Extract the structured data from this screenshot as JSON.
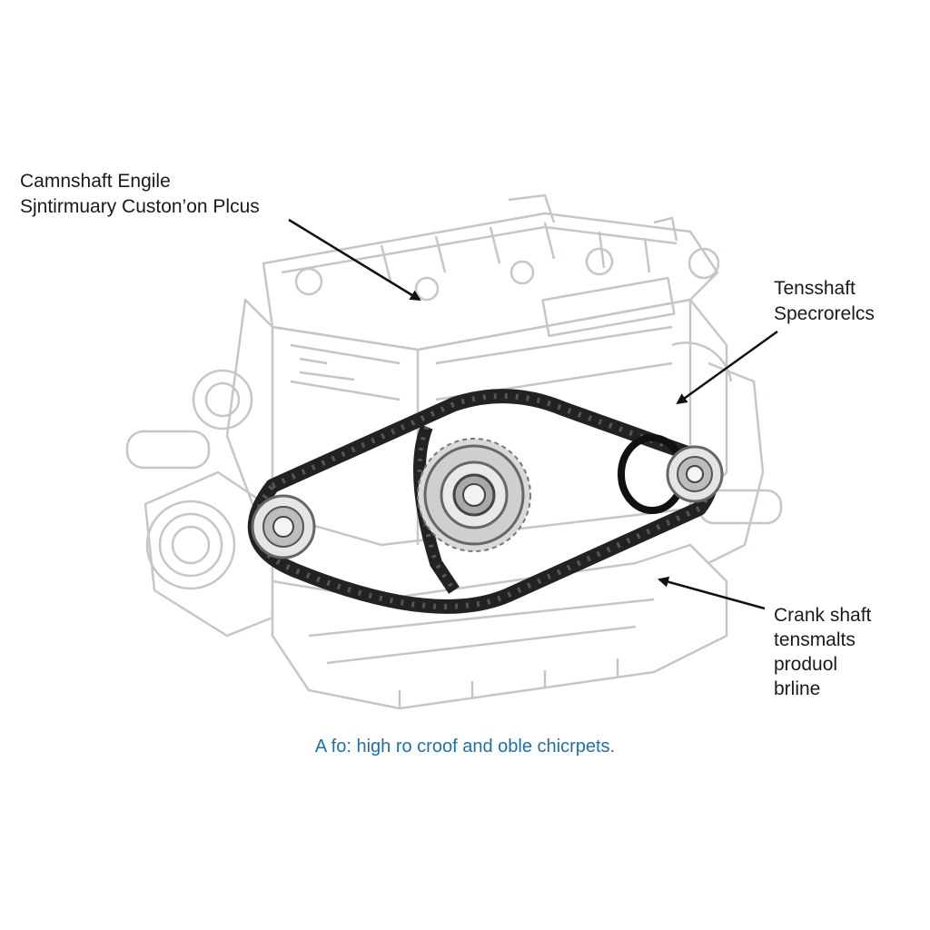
{
  "labels": {
    "camshaft": {
      "line1": "Camnshaft Engile",
      "line2": "Sjntirmuary Custon’on Plcus"
    },
    "tensioner": {
      "line1": "Tensshaft",
      "line2": "Specrorelcs"
    },
    "crankshaft": {
      "line1": "Crank shaft",
      "line2": "tensmalts",
      "line3": "produol",
      "line4": "brline"
    }
  },
  "caption": "A fo: high ro croof and oble chicrpets.",
  "colors": {
    "engine_outline": "#bfc4c8",
    "chain": "#1c1c1c",
    "gear": "#8a8a8a",
    "caption": "#1f6fa8",
    "label_text": "#1a1a1a",
    "arrow": "#111111"
  },
  "icons": {
    "arrows": "pointer-arrow",
    "gears": "sprocket"
  }
}
